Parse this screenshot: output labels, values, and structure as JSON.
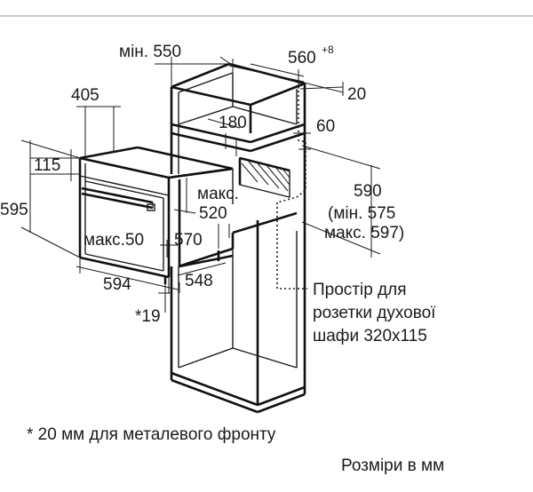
{
  "dimensions": {
    "min_550": "мін. 550",
    "w_560": "560",
    "w_560_sup": "+8",
    "d_20": "20",
    "d_405": "405",
    "d_180": "180",
    "d_60": "60",
    "d_115": "115",
    "d_595": "595",
    "maks_label": "макс.",
    "d_520": "520",
    "d_590": "590",
    "min_575": "(мін. 575",
    "maks_597": "макс. 597)",
    "maks_50": "макс.50",
    "d_570": "570",
    "d_594": "594",
    "d_548": "548",
    "d_19": "*19"
  },
  "notes": {
    "socket_line1": "Простір для",
    "socket_line2": "розетки духової",
    "socket_line3": "шафи 320x115",
    "footnote": "* 20 мм для металевого фронту",
    "units": "Розміри в мм"
  }
}
